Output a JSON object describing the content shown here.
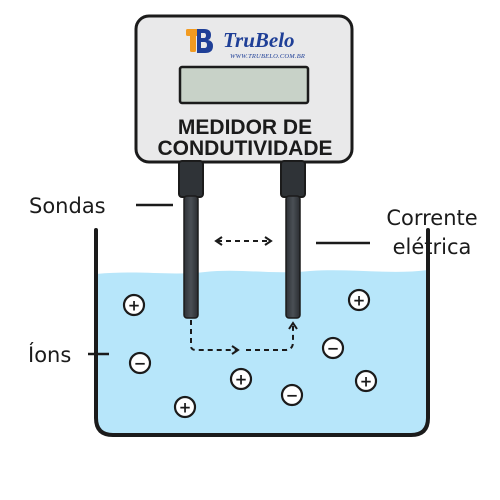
{
  "meter": {
    "brand": "TruBelo",
    "url": "WWW.TRUBELO.COM.BR",
    "title_line1": "MEDIDOR DE",
    "title_line2": "CONDUTIVIDADE"
  },
  "labels": {
    "probes": "Sondas",
    "current_line1": "Corrente",
    "current_line2": "elétrica",
    "ions": "Íons"
  },
  "ions": [
    {
      "sign": "+"
    },
    {
      "sign": "+"
    },
    {
      "sign": "−"
    },
    {
      "sign": "−"
    },
    {
      "sign": "+"
    },
    {
      "sign": "−"
    },
    {
      "sign": "+"
    },
    {
      "sign": "+"
    }
  ],
  "colors": {
    "solution": "#b7e6fa",
    "container_outline": "#1b1b1b",
    "meter_body": "#e9e9ea",
    "display": "#c8d2c8",
    "brand_blue": "#1f3f97",
    "brand_orange": "#f29b21"
  },
  "icons": {
    "logo": "trubelo-tb-logo",
    "arrow": "dashed-arrow"
  }
}
